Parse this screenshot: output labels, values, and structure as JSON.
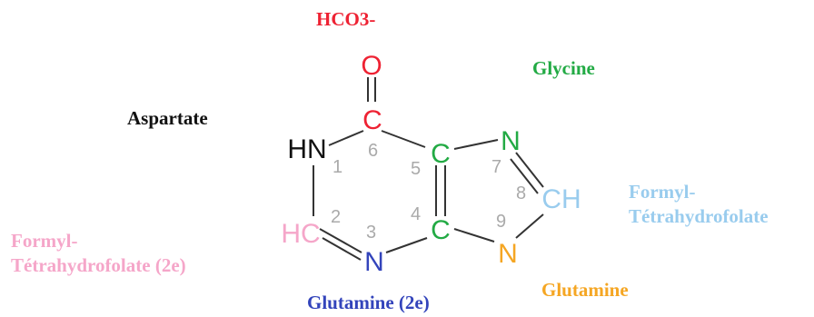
{
  "colors": {
    "hco3": "#ee2233",
    "glycine": "#22aa44",
    "aspartate": "#111111",
    "formyl_right": "#99ccee",
    "formyl_left": "#f5a6c9",
    "glutamine_2e": "#3344bb",
    "glutamine": "#f5a623",
    "ring_number": "#aaaaaa"
  },
  "labels": {
    "hco3": "HCO3-",
    "glycine": "Glycine",
    "aspartate": "Aspartate",
    "formyl_right": [
      "Formyl-",
      "Tétrahydrofolate"
    ],
    "formyl_left": [
      "Formyl-",
      "Tétrahydrofolate (2e)"
    ],
    "glutamine_2e": "Glutamine (2e)",
    "glutamine": "Glutamine"
  },
  "atoms": {
    "o": "O",
    "c6": "C",
    "hn1": "HN",
    "hc2": "HC",
    "n3": "N",
    "c4": "C",
    "c5": "C",
    "n7": "N",
    "ch8": "CH",
    "n9": "N"
  },
  "ring_numbers": [
    "1",
    "2",
    "3",
    "4",
    "5",
    "6",
    "7",
    "8",
    "9"
  ]
}
